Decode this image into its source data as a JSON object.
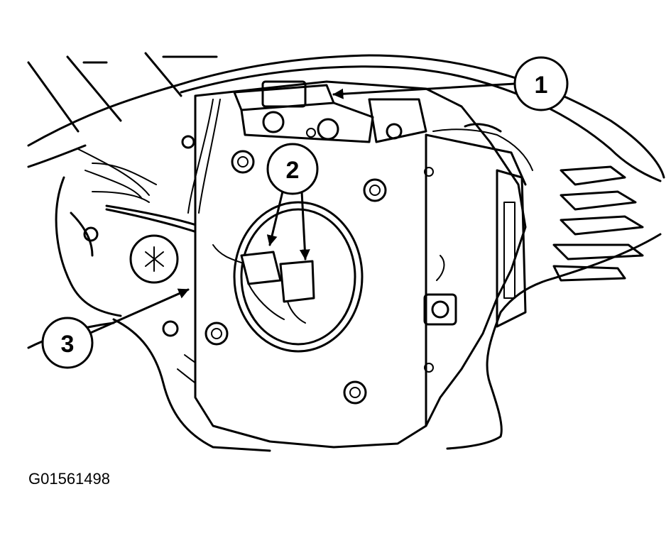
{
  "figure": {
    "figure_id": "G01561498",
    "callouts": [
      {
        "id": "1",
        "label": "1"
      },
      {
        "id": "2",
        "label": "2"
      },
      {
        "id": "3",
        "label": "3"
      }
    ]
  }
}
